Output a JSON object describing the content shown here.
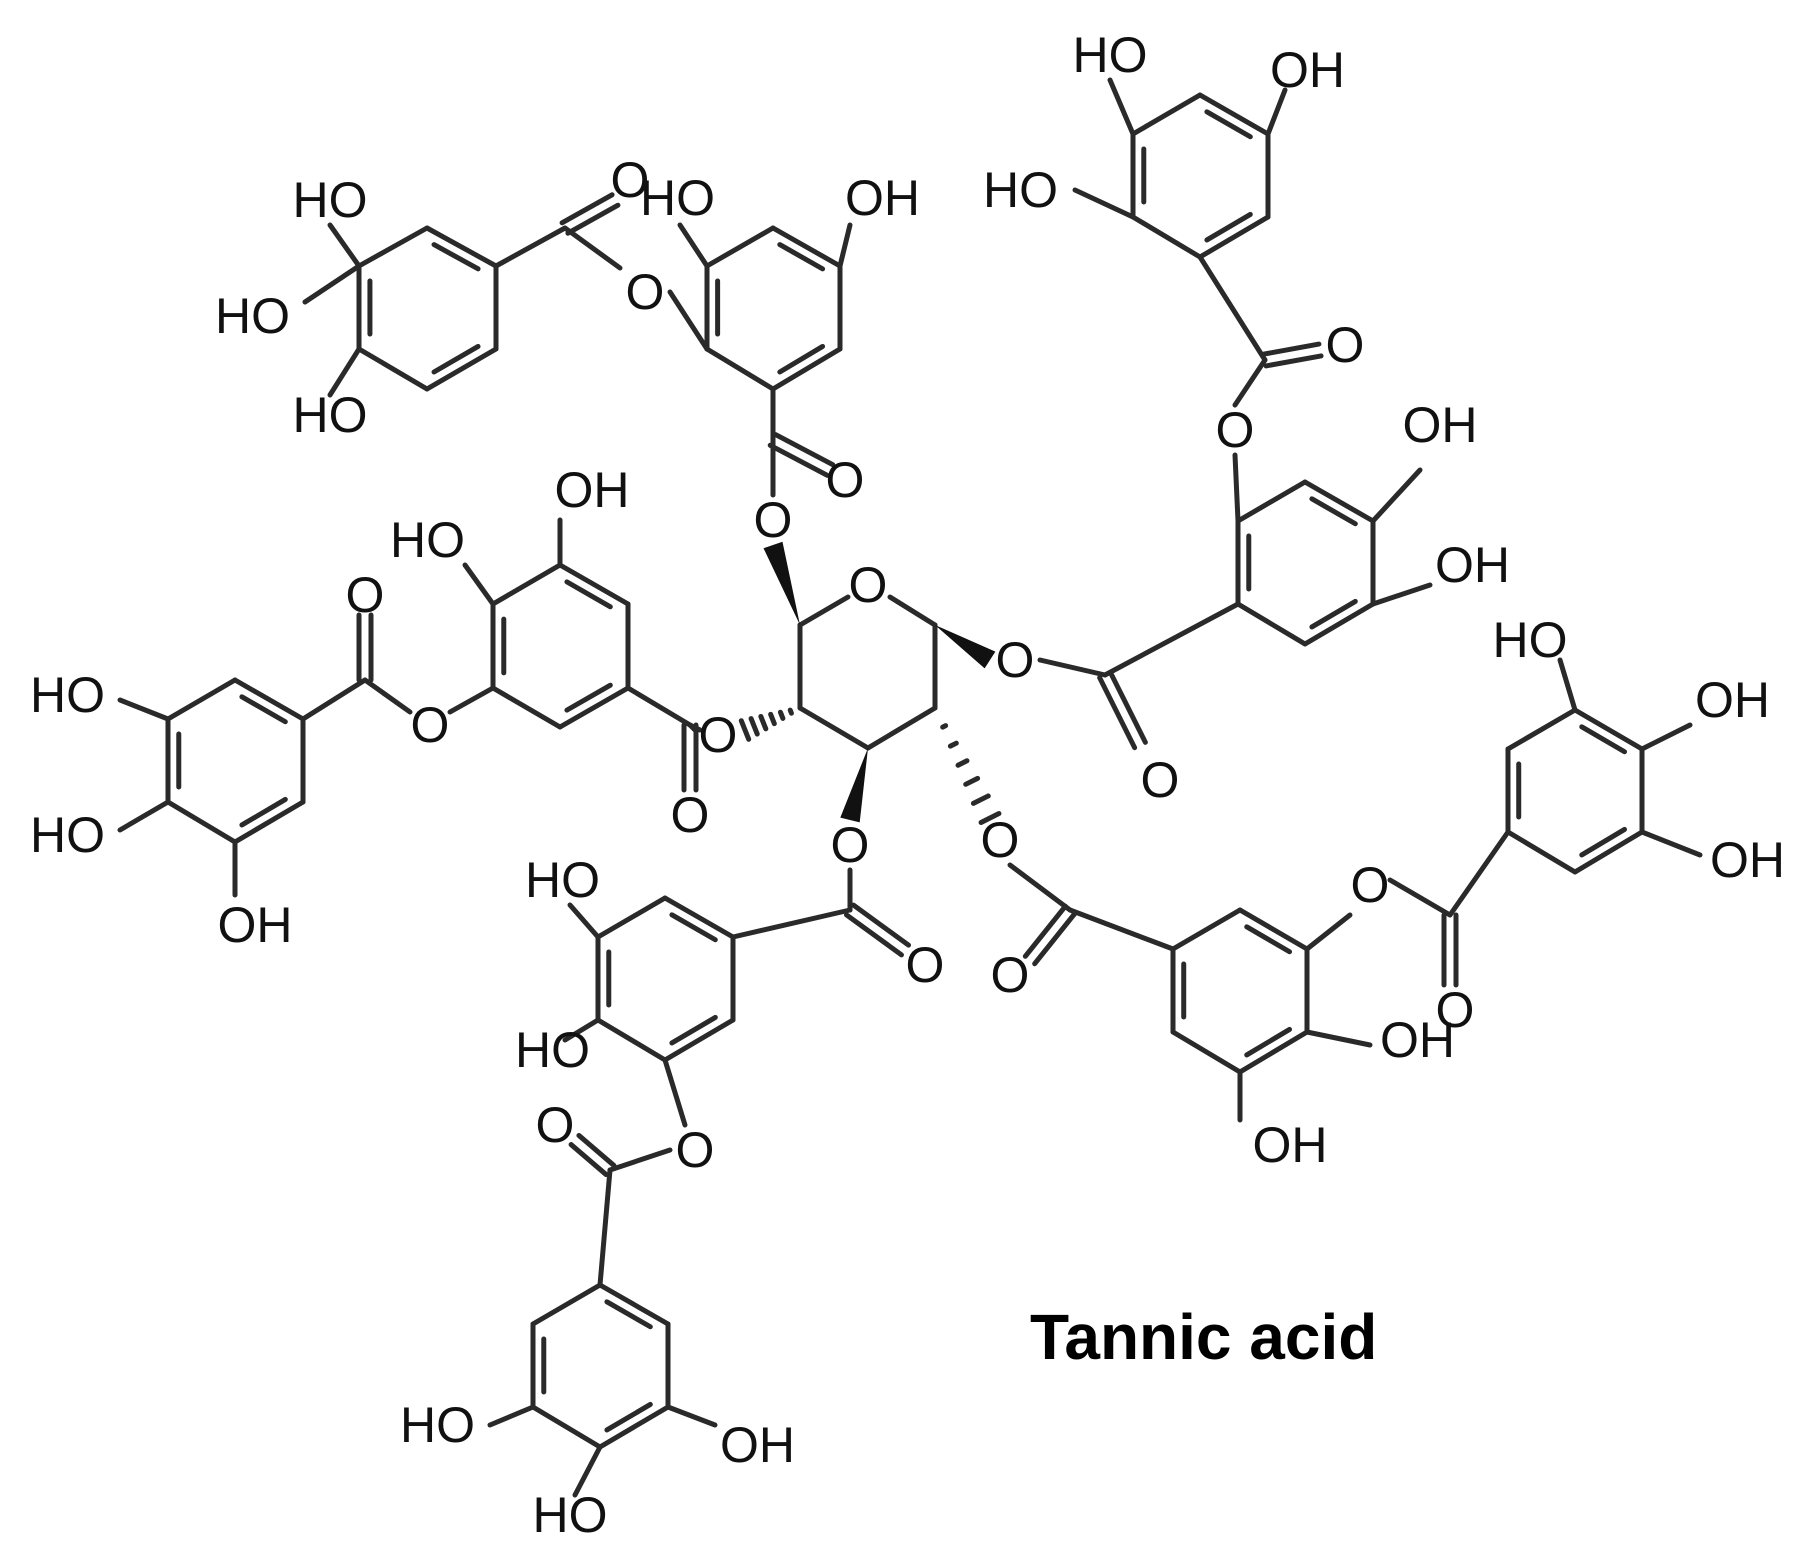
{
  "caption": "Tannic acid",
  "labels": {
    "hydroxyl_left": "HO",
    "hydroxyl_right": "OH",
    "oxygen": "O"
  },
  "colors": {
    "ink": "#111111",
    "bond": "#2a2a2a",
    "background": "#ffffff"
  }
}
